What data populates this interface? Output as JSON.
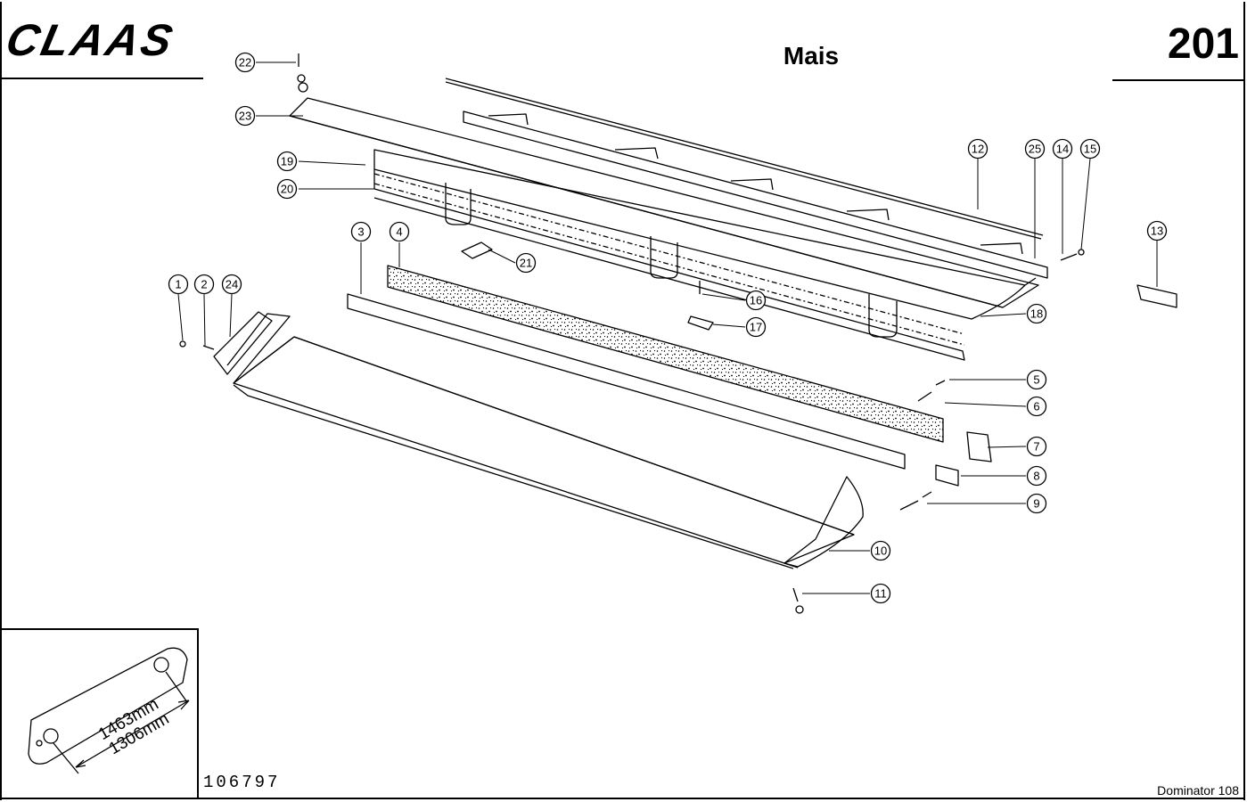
{
  "header": {
    "brand": "CLAAS",
    "title": "Mais",
    "page_number": "201"
  },
  "footer": {
    "document_number": "106797",
    "model": "Dominator 108"
  },
  "callouts": [
    {
      "label": "1"
    },
    {
      "label": "2"
    },
    {
      "label": "24"
    },
    {
      "label": "3"
    },
    {
      "label": "4"
    },
    {
      "label": "19"
    },
    {
      "label": "20"
    },
    {
      "label": "21"
    },
    {
      "label": "22"
    },
    {
      "label": "23"
    },
    {
      "label": "12"
    },
    {
      "label": "25"
    },
    {
      "label": "14"
    },
    {
      "label": "15"
    },
    {
      "label": "13"
    },
    {
      "label": "16"
    },
    {
      "label": "17"
    },
    {
      "label": "18"
    },
    {
      "label": "5"
    },
    {
      "label": "6"
    },
    {
      "label": "7"
    },
    {
      "label": "8"
    },
    {
      "label": "9"
    },
    {
      "label": "10"
    },
    {
      "label": "11"
    }
  ],
  "inset": {
    "dimension_outer": "1463mm",
    "dimension_inner": "1306mm"
  }
}
